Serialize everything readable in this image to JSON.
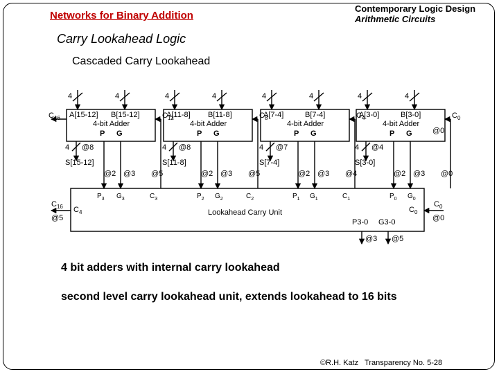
{
  "header": {
    "section_title": "Networks for Binary Addition",
    "course_title": "Contemporary Logic Design",
    "course_subtitle": "Arithmetic Circuits"
  },
  "titles": {
    "main": "Carry Lookahead Logic",
    "sub": "Cascaded Carry Lookahead"
  },
  "diagram": {
    "bus_width": "4",
    "adder_label_1": "4-bit",
    "adder_label_2": "Adder",
    "adders": [
      {
        "a": "A[15-12]",
        "b": "B[15-12]",
        "cin": "C12",
        "cout": "C16",
        "s": "S[15-12]",
        "s_delay": "@8",
        "p_delay": "@2",
        "g_delay": "@3",
        "c_delay": "@5"
      },
      {
        "a": "A[11-8]",
        "b": "B[11-8]",
        "cin": "C8",
        "cout": "",
        "s": "S[11-8]",
        "s_delay": "@8",
        "p_delay": "@2",
        "g_delay": "@3",
        "c_delay": "@5"
      },
      {
        "a": "A[7-4]",
        "b": "B[7-4]",
        "cin": "C4",
        "cout": "",
        "s": "S[7-4]",
        "s_delay": "@7",
        "p_delay": "@2",
        "g_delay": "@3",
        "c_delay": "@4"
      },
      {
        "a": "A[3-0]",
        "b": "B[3-0]",
        "cin": "C0",
        "cout": "",
        "s": "S[3-0]",
        "s_delay": "@4",
        "p_delay": "@2",
        "g_delay": "@3",
        "c_delay": "@0"
      }
    ],
    "p_label": "P",
    "g_label": "G",
    "lcu": {
      "label": "Lookahead Carry Unit",
      "ports_top": [
        "P3",
        "G3",
        "C3",
        "P2",
        "G2",
        "C2",
        "P1",
        "G1",
        "C1",
        "P0",
        "G0"
      ],
      "c4": "C4",
      "c0": "C0",
      "p_out": "P3-0",
      "g_out": "G3-0",
      "p_out_delay": "@3",
      "g_out_delay": "@5",
      "c16_ext": "C16",
      "c16_delay": "@5",
      "c0_ext": "C0",
      "c0_delay": "@0"
    }
  },
  "notes": [
    "4 bit adders with internal carry lookahead",
    "second level carry lookahead unit, extends lookahead to 16 bits"
  ],
  "footer": {
    "copyright": "©R.H. Katz",
    "transparency": "Transparency No. 5-28"
  }
}
